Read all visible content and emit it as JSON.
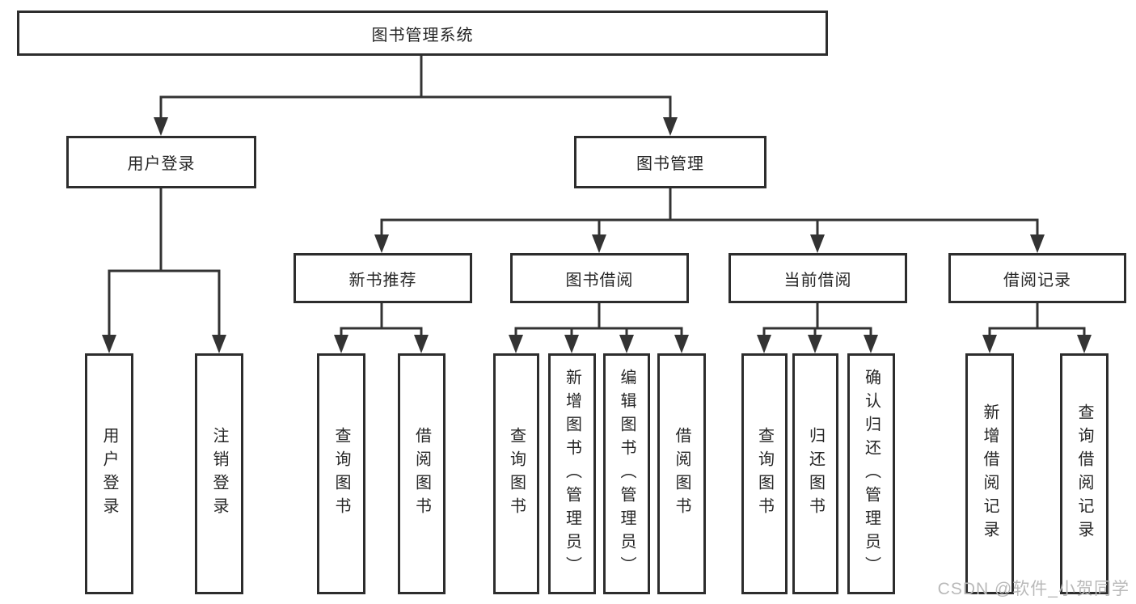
{
  "diagram": {
    "root": {
      "label": "图书管理系统"
    },
    "branches": {
      "user_login": {
        "label": "用户登录",
        "children": {
          "login": {
            "label": "用户登录"
          },
          "logout": {
            "label": "注销登录"
          }
        }
      },
      "book_management": {
        "label": "图书管理",
        "children": {
          "new_book_recommend": {
            "label": "新书推荐",
            "children": {
              "query_book": {
                "label": "查询图书"
              },
              "borrow_book": {
                "label": "借阅图书"
              }
            }
          },
          "book_borrow": {
            "label": "图书借阅",
            "children": {
              "query_book": {
                "label": "查询图书"
              },
              "add_book": {
                "label": "新增图书（管理员）"
              },
              "edit_book": {
                "label": "编辑图书（管理员）"
              },
              "borrow_book": {
                "label": "借阅图书"
              }
            }
          },
          "current_borrow": {
            "label": "当前借阅",
            "children": {
              "query_book": {
                "label": "查询图书"
              },
              "return_book": {
                "label": "归还图书"
              },
              "confirm_return": {
                "label": "确认归还（管理员）"
              }
            }
          },
          "borrow_records": {
            "label": "借阅记录",
            "children": {
              "add_record": {
                "label": "新增借阅记录"
              },
              "query_record": {
                "label": "查询借阅记录"
              }
            }
          }
        }
      }
    }
  },
  "watermark": {
    "text": "CSDN @软件_小贺同学"
  },
  "colors": {
    "line": "#333333",
    "box_border": "#2d2d2d",
    "box_fill": "#ffffff",
    "text": "#262626",
    "watermark": "#b9b9b9",
    "background": "#ffffff"
  }
}
